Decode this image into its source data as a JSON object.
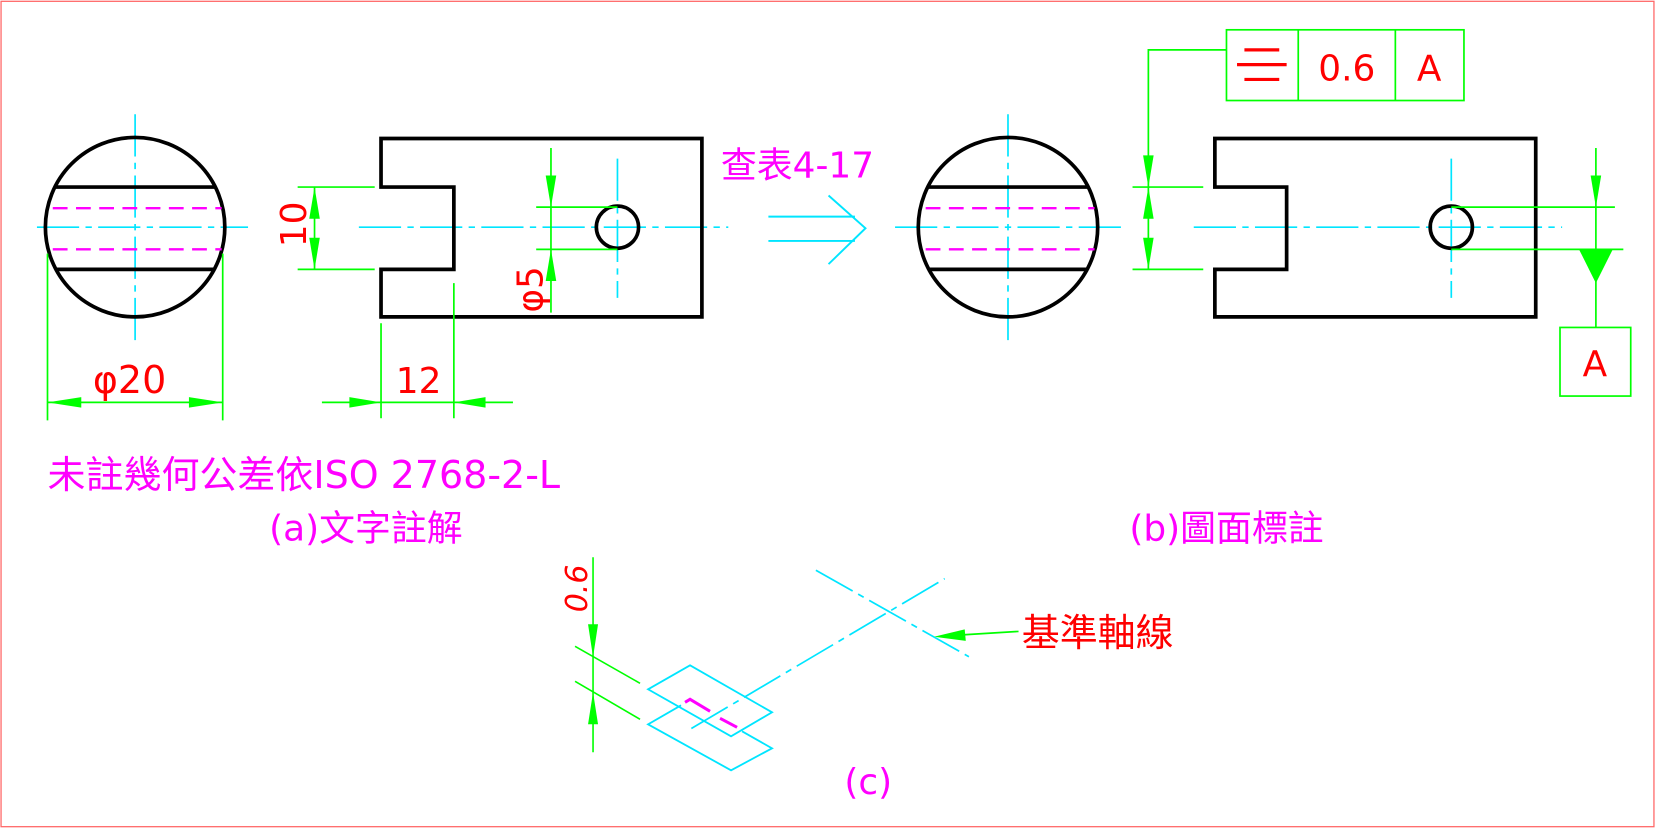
{
  "panel_a": {
    "dim_diameter_20": "φ20",
    "dim_10": "10",
    "dim_diameter_5": "φ5",
    "dim_12": "12",
    "note": "未註幾何公差依ISO 2768-2-L",
    "caption": "(a)文字註解"
  },
  "lookup_label": "查表4-17",
  "panel_b": {
    "frame": {
      "symbol": "symmetry",
      "tolerance": "0.6",
      "datum": "A"
    },
    "datum_box": "A",
    "caption": "(b)圖面標註"
  },
  "panel_c": {
    "tolerance": "0.6",
    "axis_label": "基準軸線",
    "caption": "(c)"
  },
  "colors": {
    "geometry": "#000000",
    "center": "#00e5ff",
    "dimension": "#00ff00",
    "text": "#ff0000",
    "note": "#ff00ff",
    "border": "#ff4444"
  }
}
